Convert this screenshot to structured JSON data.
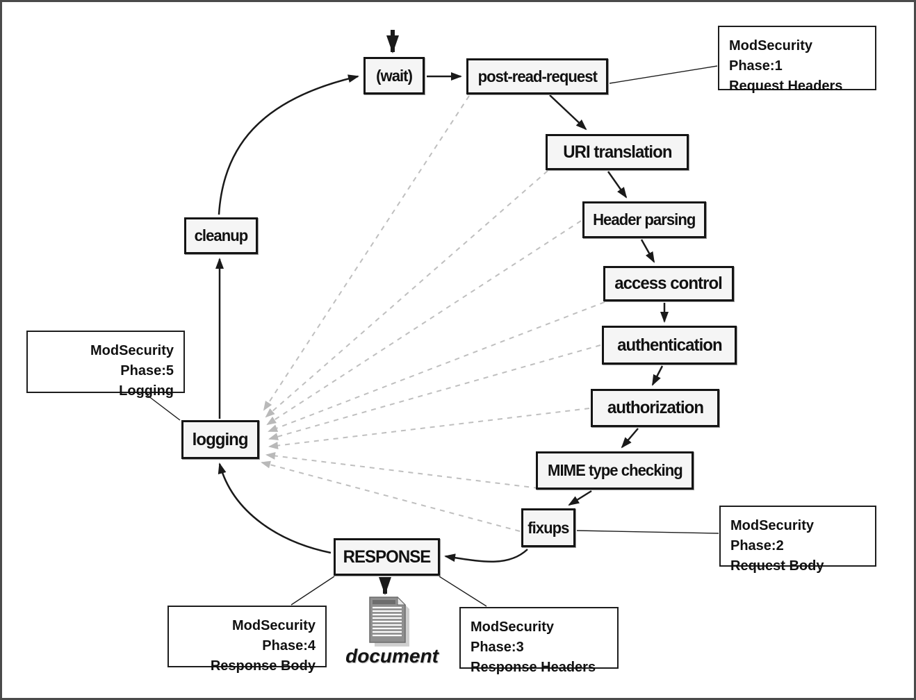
{
  "figure": {
    "description": "Apache request processing cycle with ModSecurity phases"
  },
  "nodes": {
    "wait": {
      "label": "(wait)"
    },
    "post_read_request": {
      "label": "post-read-request"
    },
    "uri_translation": {
      "label": "URI translation"
    },
    "header_parsing": {
      "label": "Header parsing"
    },
    "access_control": {
      "label": "access control"
    },
    "authentication": {
      "label": "authentication"
    },
    "authorization": {
      "label": "authorization"
    },
    "mime_type_checking": {
      "label": "MIME type checking"
    },
    "fixups": {
      "label": "fixups"
    },
    "response": {
      "label": "RESPONSE"
    },
    "logging": {
      "label": "logging"
    },
    "cleanup": {
      "label": "cleanup"
    }
  },
  "annotations": {
    "phase1": {
      "line1": "ModSecurity Phase:1",
      "line2": "Request Headers"
    },
    "phase2": {
      "line1": "ModSecurity Phase:2",
      "line2": "Request Body"
    },
    "phase3": {
      "line1": "ModSecurity Phase:3",
      "line2": "Response Headers"
    },
    "phase4": {
      "line1": "ModSecurity Phase:4",
      "line2": "Response Body"
    },
    "phase5": {
      "line1": "ModSecurity Phase:5",
      "line2": "Logging"
    }
  },
  "document": {
    "label": "document"
  },
  "colors": {
    "node_border": "#141414",
    "node_bg": "#f5f5f5",
    "arrow": "#1a1a1a",
    "dashed_arrow": "#bfbfbf",
    "outer_border": "#4a4a4a"
  }
}
